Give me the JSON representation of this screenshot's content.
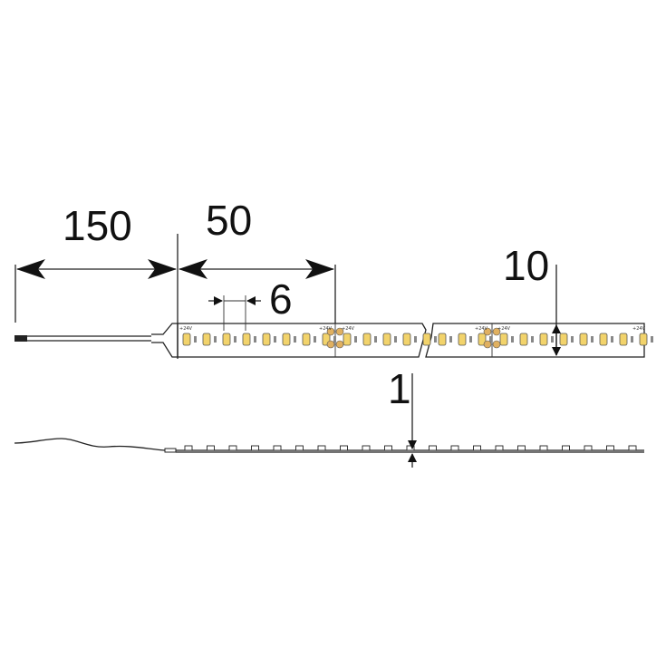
{
  "dimensions": {
    "cable_length": "150",
    "cut_section": "50",
    "led_pitch": "6",
    "strip_width": "10",
    "strip_thickness": "1"
  },
  "strip_labels": {
    "plus": "+24V",
    "minus": "-"
  },
  "colors": {
    "line": "#222222",
    "led_fill": "#f2d36b",
    "led_outline": "#555555",
    "pad_fill": "#e0b060"
  },
  "icons": [
    "arrowhead",
    "solder-pad"
  ]
}
